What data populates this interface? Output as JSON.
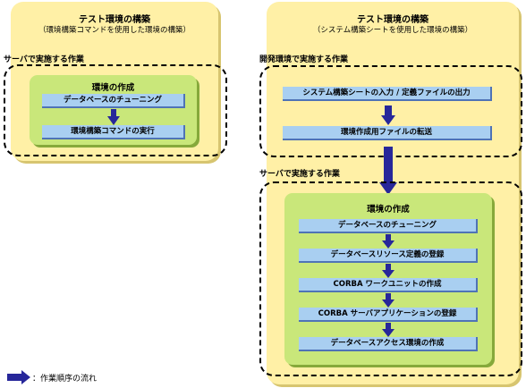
{
  "left_panel": {
    "title": "テスト環境の構築",
    "subtitle": "（環境構築コマンドを使用した環境の構築）",
    "section_label": "サーバで実施する作業",
    "group_title": "環境の作成",
    "steps": [
      "データベースのチューニング",
      "環境構築コマンドの実行"
    ]
  },
  "right_panel": {
    "title": "テスト環境の構築",
    "subtitle": "（システム構築シートを使用した環境の構築）",
    "dev_section_label": "開発環境で実施する作業",
    "dev_steps": [
      "システム構築シートの入力 / 定義ファイルの出力",
      "環境作成用ファイルの転送"
    ],
    "server_section_label": "サーバで実施する作業",
    "group_title": "環境の作成",
    "server_steps": [
      "データベースのチューニング",
      "データベースリソース定義の登録",
      "CORBA ワークユニットの作成",
      "CORBA サーバアプリケーションの登録",
      "データベースアクセス環境の作成"
    ]
  },
  "legend": {
    "label": "：作業順序の流れ"
  },
  "colors": {
    "panel": "#fff0a6",
    "group": "#c9e77a",
    "step": "#a9cff1",
    "arrow": "#27279a"
  }
}
